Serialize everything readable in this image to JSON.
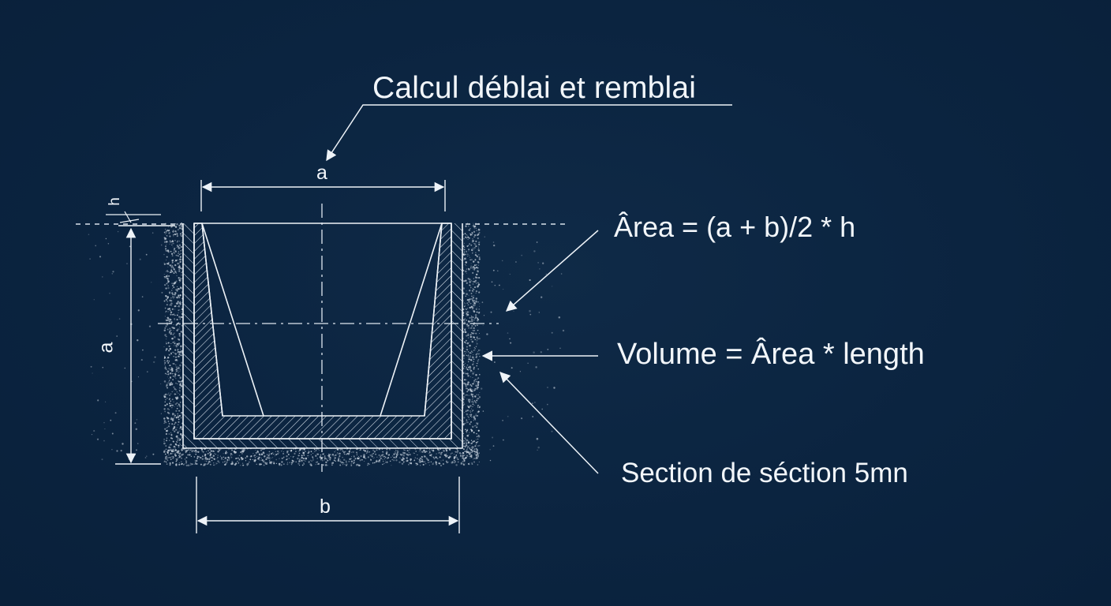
{
  "title": "Calcul déblai et remblai",
  "formulas": {
    "area": "Ârea = (a + b)/2 * h",
    "volume": "Volume = Ârea * length"
  },
  "section_note": "Section de séction  5mn",
  "dimensions": {
    "top_width": "a",
    "bottom_width": "b",
    "depth": "a",
    "height": "h"
  },
  "colors": {
    "background": "#0b2440",
    "line": "#e8eef5",
    "soil": "#c9d3de"
  }
}
